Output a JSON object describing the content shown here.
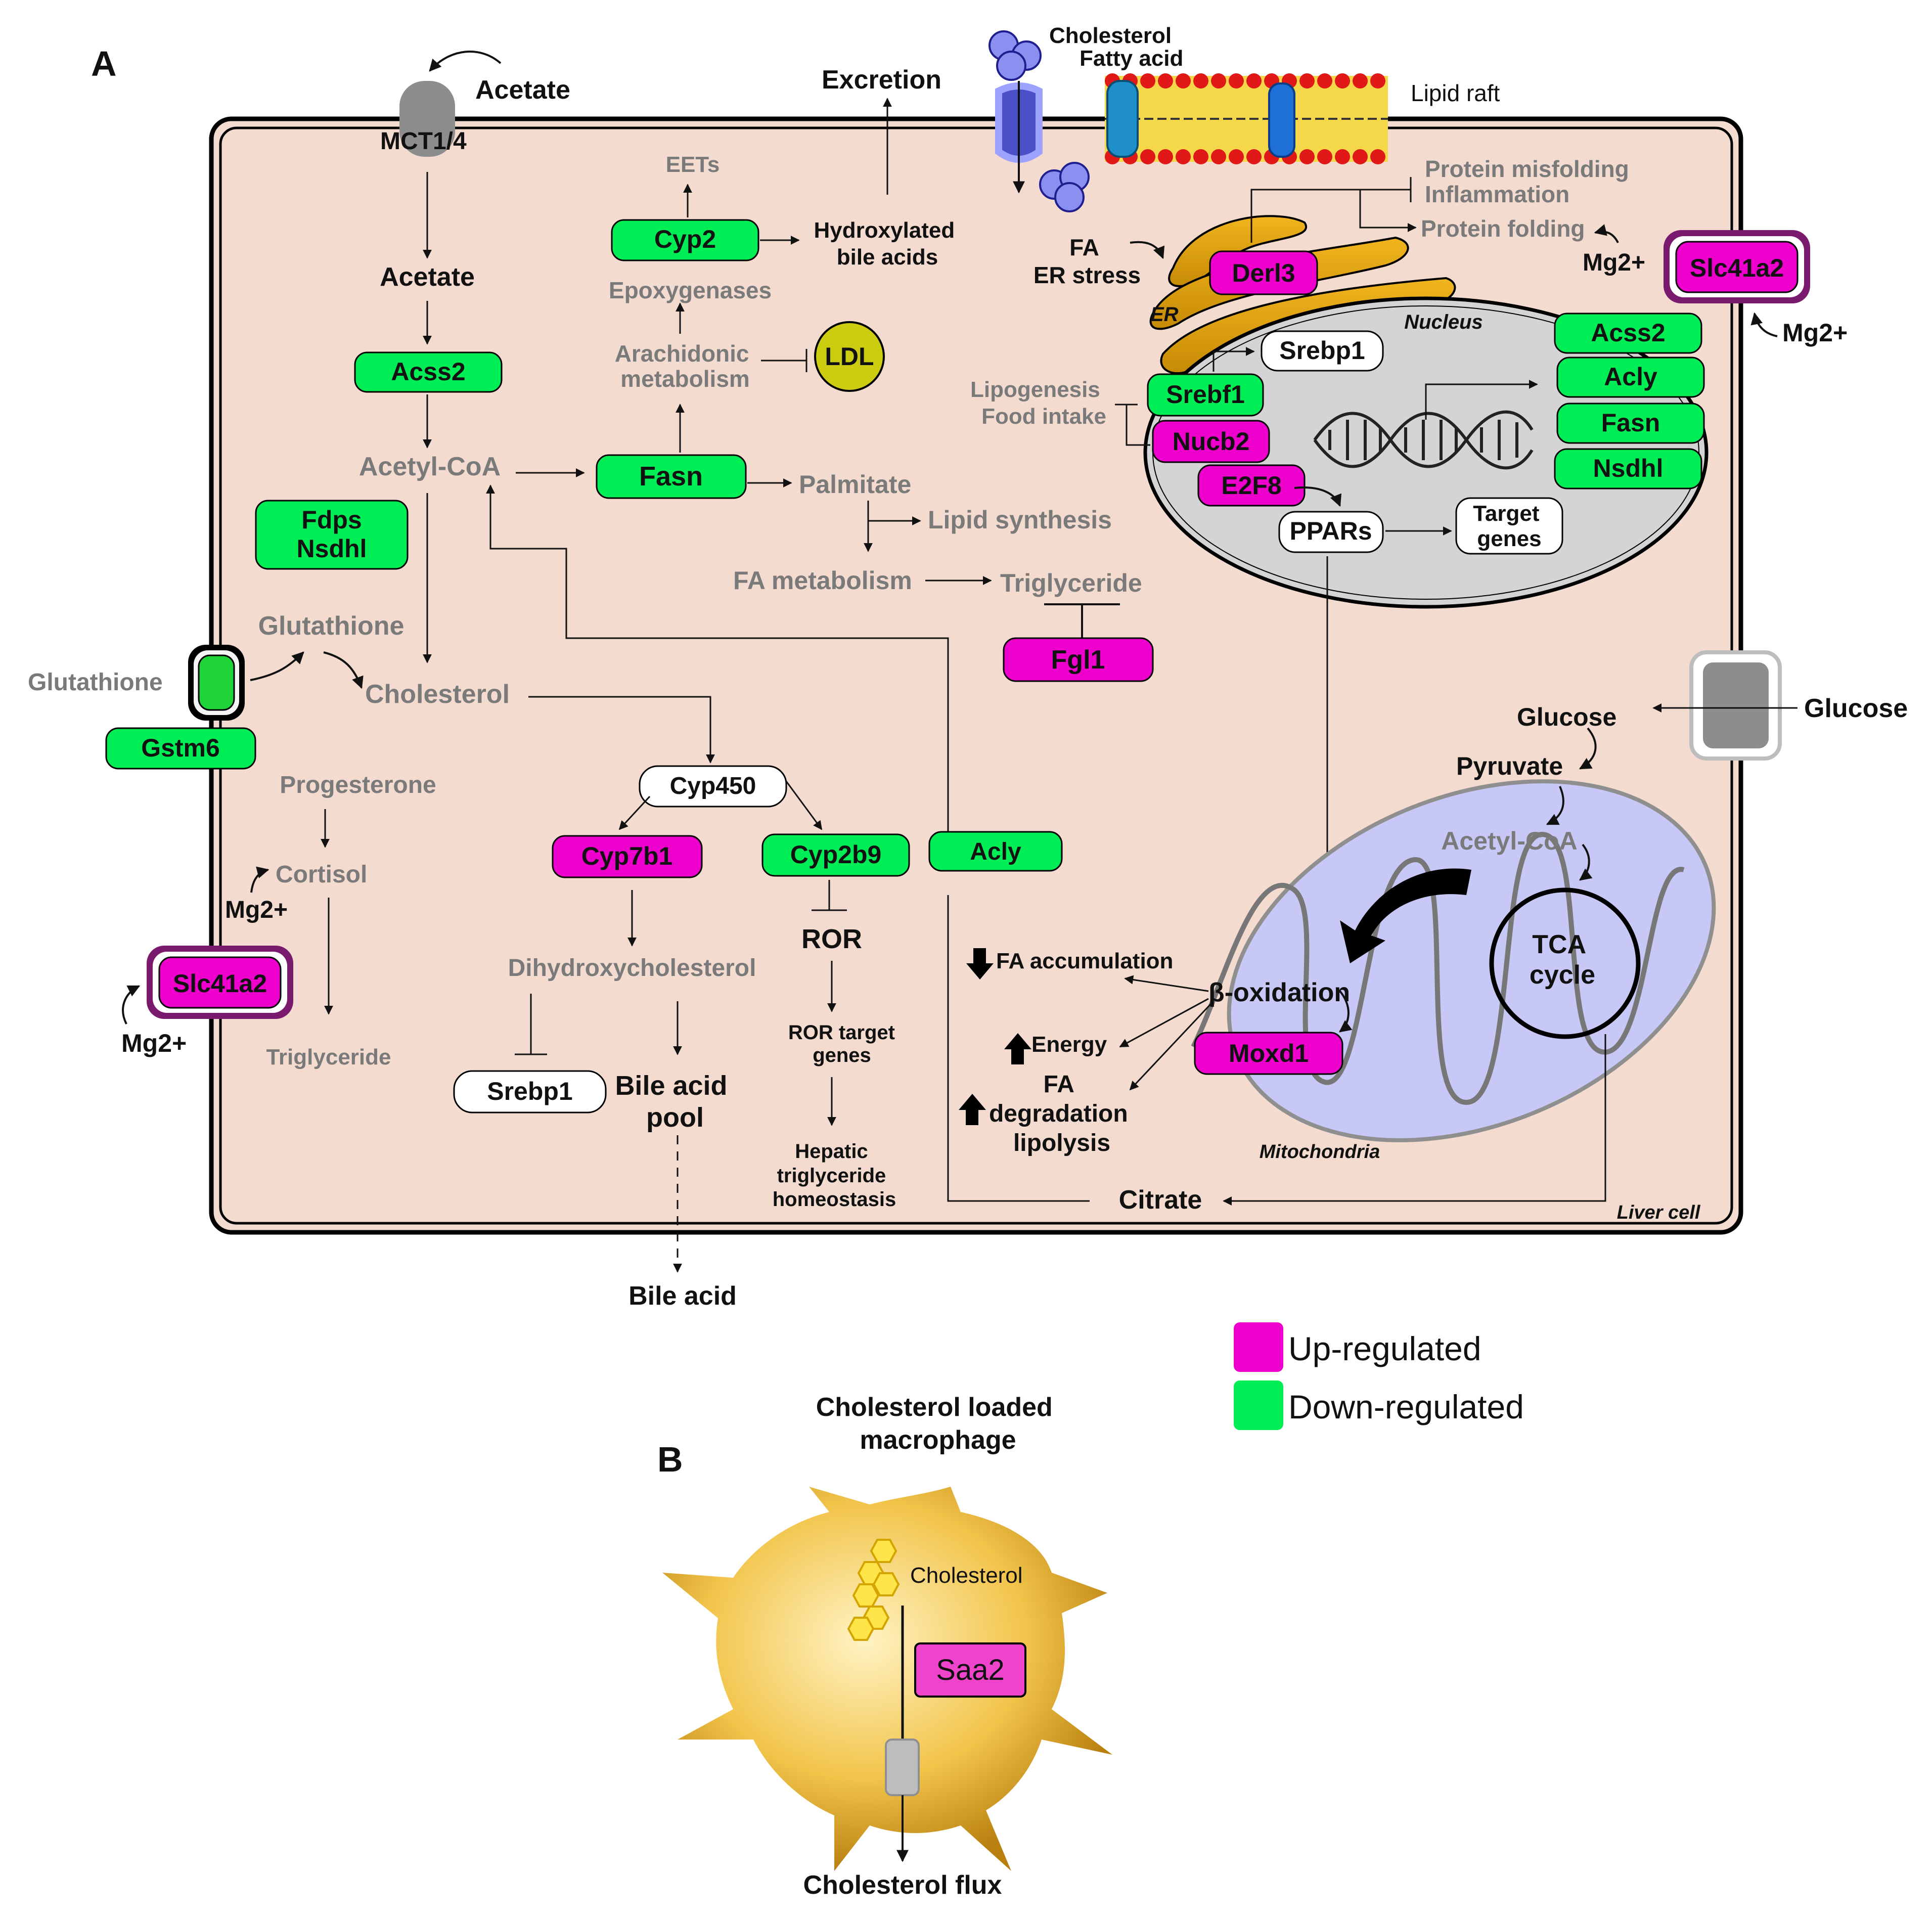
{
  "panels": {
    "a": "A",
    "b": "B"
  },
  "transport": {
    "acetate_out": "Acetate",
    "mct": "MCT1/4",
    "cholesterol_fa": [
      "Cholesterol",
      "Fatty acid"
    ],
    "lipid_raft": "Lipid raft",
    "excretion": "Excretion",
    "glucose_out": "Glucose",
    "glutathione_out": "Glutathione",
    "mg_left_top": "Mg2+",
    "mg_left_bottom": "Mg2+",
    "mg_right_top": "Mg2+",
    "mg_right_bottom": "Mg2+"
  },
  "genes": {
    "acss2": "Acss2",
    "fdps": "Fdps",
    "nsdhl": "Nsdhl",
    "gstm6": "Gstm6",
    "slc41a2_left": "Slc41a2",
    "slc41a2_right": "Slc41a2",
    "cyp2": "Cyp2",
    "fasn": "Fasn",
    "fgl1": "Fgl1",
    "cyp7b1": "Cyp7b1",
    "cyp2b9": "Cyp2b9",
    "acly": "Acly",
    "derl3": "Derl3",
    "srebf1": "Srebf1",
    "nucb2": "Nucb2",
    "e2f8": "E2F8",
    "moxd1": "Moxd1",
    "nuc_acss2": "Acss2",
    "nuc_acly": "Acly",
    "nuc_fasn": "Fasn",
    "nuc_nsdhl": "Nsdhl"
  },
  "metabolites": {
    "acetate_in": "Acetate",
    "acetyl_coa": "Acetyl-CoA",
    "glutathione": "Glutathione",
    "cholesterol": "Cholesterol",
    "progesterone": "Progesterone",
    "cortisol": "Cortisol",
    "mg_cortisol": "Mg2+",
    "triglyceride_left": "Triglyceride",
    "eets": "EETs",
    "hydroxylated": [
      "Hydroxylated",
      "bile acids"
    ],
    "epoxygenases": "Epoxygenases",
    "arachidonic": [
      "Arachidonic",
      "metabolism"
    ],
    "ldl": "LDL",
    "palmitate": "Palmitate",
    "lipid_synthesis": "Lipid synthesis",
    "fa_metabolism": "FA metabolism",
    "triglyceride_mid": "Triglyceride",
    "cyp450": "Cyp450",
    "dihydroxycholesterol": "Dihydroxycholesterol",
    "srebp1_low": "Srebp1",
    "bile_acid_pool": [
      "Bile acid",
      "pool"
    ],
    "bile_acid": "Bile acid",
    "ror": "ROR",
    "ror_target": [
      "ROR target",
      "genes"
    ],
    "hepatic": [
      "Hepatic",
      "triglyceride",
      "homeostasis"
    ],
    "citrate": "Citrate"
  },
  "organelles": {
    "er": "ER",
    "fa_er_stress": [
      "FA",
      "ER stress"
    ],
    "protein_misfolding": [
      "Protein misfolding",
      "Inflammation"
    ],
    "protein_folding": "Protein folding",
    "nucleus": "Nucleus",
    "srebp1_nuc": "Srebp1",
    "lipogenesis": [
      "Lipogenesis",
      "Food intake"
    ],
    "ppars": "PPARs",
    "target_genes": [
      "Target",
      "genes"
    ],
    "glucose_in": "Glucose",
    "pyruvate": "Pyruvate",
    "acetyl_coa_mito": "Acetyl-CoA",
    "tca": [
      "TCA",
      "cycle"
    ],
    "beta_ox": "β-oxidation",
    "mitochondria": "Mitochondria",
    "fa_accum": "FA accumulation",
    "energy": "Energy",
    "fa_degradation": [
      "FA",
      "degradation",
      "lipolysis"
    ],
    "liver_cell": "Liver cell"
  },
  "legend": {
    "up": "Up-regulated",
    "down": "Down-regulated",
    "up_color": "#ee00cc",
    "down_color": "#00ee55"
  },
  "panel_b": {
    "title": [
      "Cholesterol loaded",
      "macrophage"
    ],
    "cholesterol": "Cholesterol",
    "saa2": "Saa2",
    "flux": "Cholesterol flux"
  }
}
